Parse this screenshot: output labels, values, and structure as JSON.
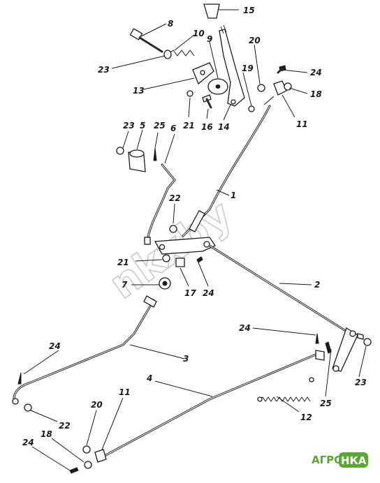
{
  "watermark": "nkxby",
  "logo": {
    "left": "АГРО",
    "right": "НКА"
  },
  "callouts": [
    {
      "id": "c15",
      "label": "15"
    },
    {
      "id": "c8",
      "label": "8"
    },
    {
      "id": "c10",
      "label": "10"
    },
    {
      "id": "c9",
      "label": "9"
    },
    {
      "id": "c20a",
      "label": "20"
    },
    {
      "id": "c24a",
      "label": "24"
    },
    {
      "id": "c23a",
      "label": "23"
    },
    {
      "id": "c19",
      "label": "19"
    },
    {
      "id": "c13",
      "label": "13"
    },
    {
      "id": "c18a",
      "label": "18"
    },
    {
      "id": "c21a",
      "label": "21"
    },
    {
      "id": "c16",
      "label": "16"
    },
    {
      "id": "c14",
      "label": "14"
    },
    {
      "id": "c11a",
      "label": "11"
    },
    {
      "id": "c23b",
      "label": "23"
    },
    {
      "id": "c5",
      "label": "5"
    },
    {
      "id": "c25a",
      "label": "25"
    },
    {
      "id": "c6",
      "label": "6"
    },
    {
      "id": "c1",
      "label": "1"
    },
    {
      "id": "c22a",
      "label": "22"
    },
    {
      "id": "c21b",
      "label": "21"
    },
    {
      "id": "c7",
      "label": "7"
    },
    {
      "id": "c17",
      "label": "17"
    },
    {
      "id": "c24b",
      "label": "24"
    },
    {
      "id": "c2",
      "label": "2"
    },
    {
      "id": "c24c",
      "label": "24"
    },
    {
      "id": "c24d",
      "label": "24"
    },
    {
      "id": "c3",
      "label": "3"
    },
    {
      "id": "c23c",
      "label": "23"
    },
    {
      "id": "c4",
      "label": "4"
    },
    {
      "id": "c25b",
      "label": "25"
    },
    {
      "id": "c12",
      "label": "12"
    },
    {
      "id": "c22b",
      "label": "22"
    },
    {
      "id": "c20b",
      "label": "20"
    },
    {
      "id": "c11b",
      "label": "11"
    },
    {
      "id": "c18b",
      "label": "18"
    },
    {
      "id": "c24e",
      "label": "24"
    }
  ]
}
